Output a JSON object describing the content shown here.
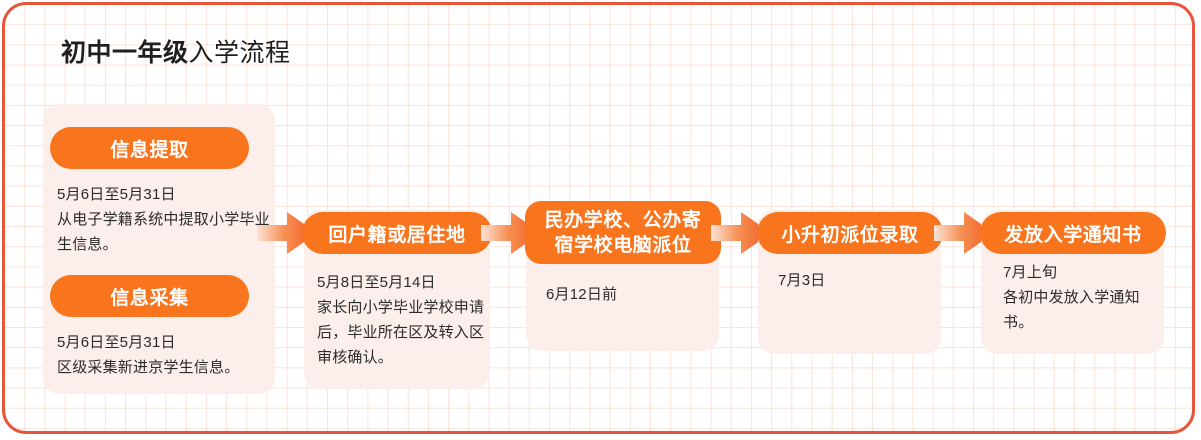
{
  "title": {
    "strong": "初中一年级",
    "light": "入学流程"
  },
  "colors": {
    "border": "#E8553C",
    "pill": "#F8751E",
    "card_bg": "#FCEFEB",
    "grid_line": "#F5BEAA",
    "text": "#2B2B2B",
    "title_text": "#1F1F1F",
    "pill_text": "#FFFFFF",
    "arrow_start": "#FAE0D4",
    "arrow_end": "#F05A22"
  },
  "steps": [
    {
      "id": "step-1",
      "badges": [
        {
          "label": "信息提取",
          "body": "5月6日至5月31日\n从电子学籍系统中提取小学毕业生信息。"
        },
        {
          "label": "信息采集",
          "body": "5月6日至5月31日\n区级采集新进京学生信息。"
        }
      ]
    },
    {
      "id": "step-2",
      "badges": [
        {
          "label": "回户籍或居住地",
          "body": "5月8日至5月14日\n家长向小学毕业学校申请后，毕业所在区及转入区审核确认。"
        }
      ]
    },
    {
      "id": "step-3",
      "badges": [
        {
          "label": "民办学校、公办寄\n宿学校电脑派位",
          "body": "6月12日前"
        }
      ]
    },
    {
      "id": "step-4",
      "badges": [
        {
          "label": "小升初派位录取",
          "body": "7月3日"
        }
      ]
    },
    {
      "id": "step-5",
      "badges": [
        {
          "label": "发放入学通知书",
          "body": "7月上旬\n各初中发放入学通知书。"
        }
      ]
    }
  ],
  "arrows": [
    {
      "name": "arrow-step1-to-step2"
    },
    {
      "name": "arrow-step2-to-step3"
    },
    {
      "name": "arrow-step3-to-step4"
    },
    {
      "name": "arrow-step4-to-step5"
    }
  ]
}
